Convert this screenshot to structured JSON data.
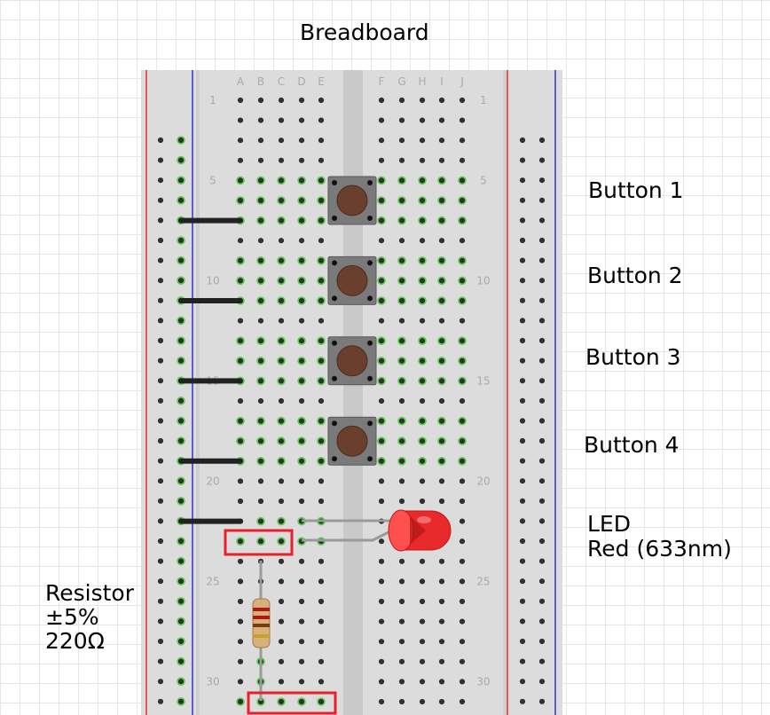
{
  "title": "Breadboard",
  "breadboard": {
    "column_letters_left": [
      "A",
      "B",
      "C",
      "D",
      "E"
    ],
    "column_letters_right": [
      "F",
      "G",
      "H",
      "I",
      "J"
    ],
    "row_numbers": [
      "1",
      "5",
      "10",
      "15",
      "20",
      "25",
      "30"
    ]
  },
  "components": {
    "buttons": [
      "Button 1",
      "Button 2",
      "Button 3",
      "Button 4"
    ],
    "led": {
      "line1": "LED",
      "line2": "Red (633nm)"
    },
    "resistor": {
      "line1": "Resistor",
      "line2": "±5%",
      "line3": "220Ω"
    }
  },
  "colors": {
    "board": "#dcdcdc",
    "hole": "#303030",
    "active_hole": "#5ccf4e",
    "rail_red": "#e03030",
    "rail_blue": "#3030d0",
    "wire": "#222222",
    "led": "#e82a2a",
    "highlight_box": "#e8202a",
    "button_body": "#7a7a7a",
    "button_cap": "#6b3f2e"
  }
}
